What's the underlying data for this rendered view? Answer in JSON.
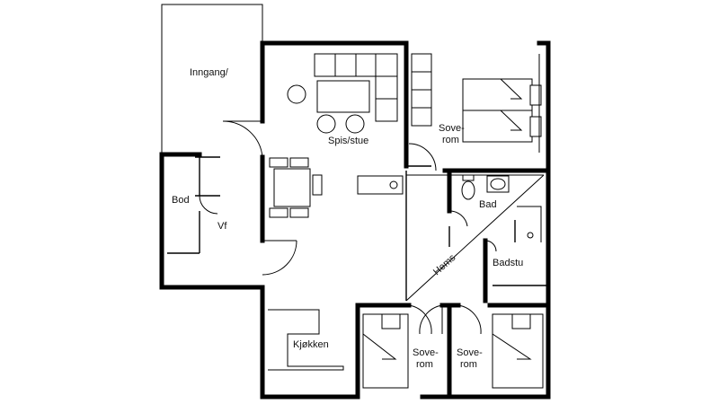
{
  "rooms": {
    "inngang": "Inngang/",
    "spisstue": "Spis/stue",
    "sove1_a": "Sove-",
    "sove1_b": "rom",
    "bod": "Bod",
    "vf": "Vf",
    "bad": "Bad",
    "badstu": "Badstu",
    "hems": "Hems",
    "kjokken": "Kjøkken",
    "sove2_a": "Sove-",
    "sove2_b": "rom",
    "sove3_a": "Sove-",
    "sove3_b": "rom"
  },
  "colors": {
    "line": "#000000",
    "background": "#ffffff"
  }
}
